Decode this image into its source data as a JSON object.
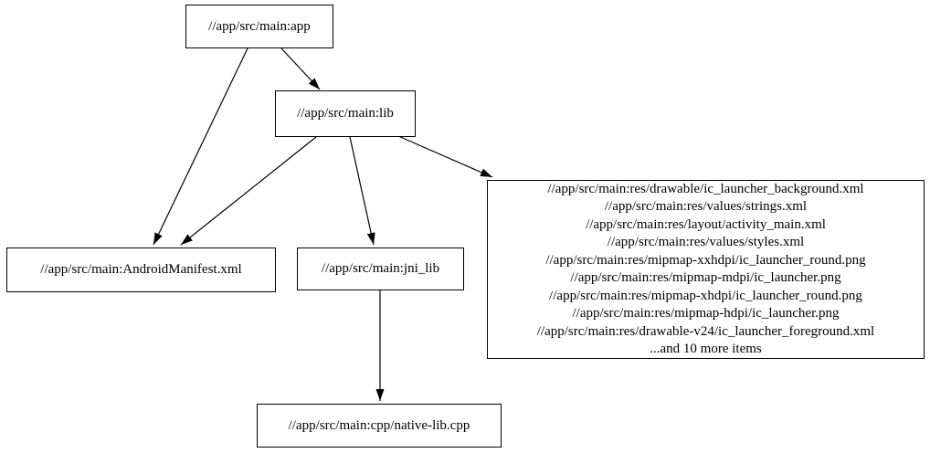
{
  "graph": {
    "type": "directed-dependency-graph",
    "background_color": "#ffffff",
    "node_border_color": "#000000",
    "edge_color": "#000000",
    "text_color": "#000000",
    "nodes": {
      "app": {
        "label": "//app/src/main:app"
      },
      "lib": {
        "label": "//app/src/main:lib"
      },
      "manifest": {
        "label": "//app/src/main:AndroidManifest.xml"
      },
      "jni_lib": {
        "label": "//app/src/main:jni_lib"
      },
      "native_cpp": {
        "label": "//app/src/main:cpp/native-lib.cpp"
      },
      "resources": {
        "lines": [
          "//app/src/main:res/drawable/ic_launcher_background.xml",
          "//app/src/main:res/values/strings.xml",
          "//app/src/main:res/layout/activity_main.xml",
          "//app/src/main:res/values/styles.xml",
          "//app/src/main:res/mipmap-xxhdpi/ic_launcher_round.png",
          "//app/src/main:res/mipmap-mdpi/ic_launcher.png",
          "//app/src/main:res/mipmap-xhdpi/ic_launcher_round.png",
          "//app/src/main:res/mipmap-hdpi/ic_launcher.png",
          "//app/src/main:res/drawable-v24/ic_launcher_foreground.xml",
          "...and 10 more items"
        ]
      }
    },
    "edges": [
      {
        "from": "app",
        "to": "lib"
      },
      {
        "from": "app",
        "to": "manifest"
      },
      {
        "from": "lib",
        "to": "manifest"
      },
      {
        "from": "lib",
        "to": "jni_lib"
      },
      {
        "from": "lib",
        "to": "resources"
      },
      {
        "from": "jni_lib",
        "to": "native_cpp"
      }
    ]
  }
}
